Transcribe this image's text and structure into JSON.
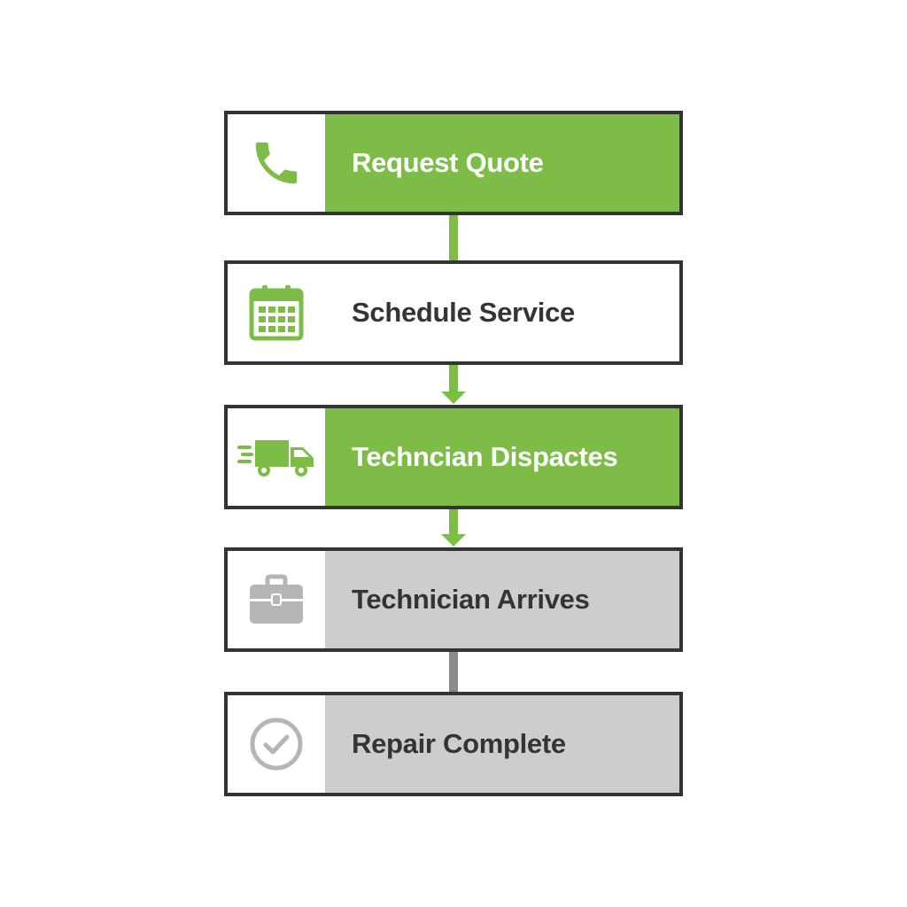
{
  "colors": {
    "green": "#7dbd47",
    "gray_fill": "#cdcdcd",
    "border": "#333535",
    "dark_text": "#333535",
    "white_text": "#ffffff",
    "gray_icon": "#b5b5b5",
    "gray_connector": "#8a8a8a"
  },
  "steps": [
    {
      "label": "Request Quote",
      "icon": "phone-icon",
      "state": "active"
    },
    {
      "label": "Schedule Service",
      "icon": "calendar-icon",
      "state": "plain"
    },
    {
      "label": "Techncian Dispactes",
      "icon": "delivery-truck-icon",
      "state": "active"
    },
    {
      "label": "Technician Arrives",
      "icon": "toolbox-icon",
      "state": "pending"
    },
    {
      "label": "Repair Complete",
      "icon": "check-circle-icon",
      "state": "pending"
    }
  ],
  "connectors": [
    {
      "from": 0,
      "to": 1,
      "color": "green",
      "arrow": false
    },
    {
      "from": 1,
      "to": 2,
      "color": "green",
      "arrow": true
    },
    {
      "from": 2,
      "to": 3,
      "color": "green",
      "arrow": true
    },
    {
      "from": 3,
      "to": 4,
      "color": "gray",
      "arrow": false
    }
  ]
}
